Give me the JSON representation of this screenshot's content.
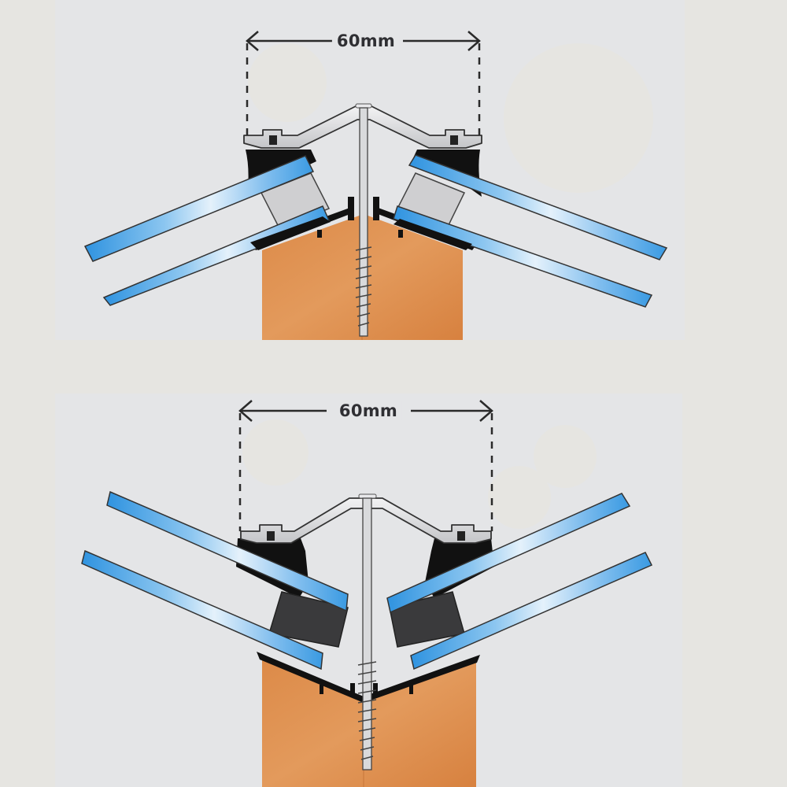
{
  "figure": {
    "description": "Cross-section diagrams of a glazing ridge bar showing two roof pitch configurations",
    "colors": {
      "page_background": "#e6e5e1",
      "panel_background": "#e4e5e7",
      "glass_blue": "#4aa3e6",
      "glass_highlight": "#dceefa",
      "timber": "#d98a4a",
      "gasket_black": "#111111",
      "spacer_light": "#cfcfd1",
      "spacer_dark": "#3a3a3c",
      "aluminium": "#d6d7d9"
    }
  },
  "diagrams": [
    {
      "id": "shallow-pitch",
      "dimension_label": "60mm",
      "spacer_style": "light-grey"
    },
    {
      "id": "steep-pitch",
      "dimension_label": "60mm",
      "spacer_style": "dark-grey"
    }
  ]
}
